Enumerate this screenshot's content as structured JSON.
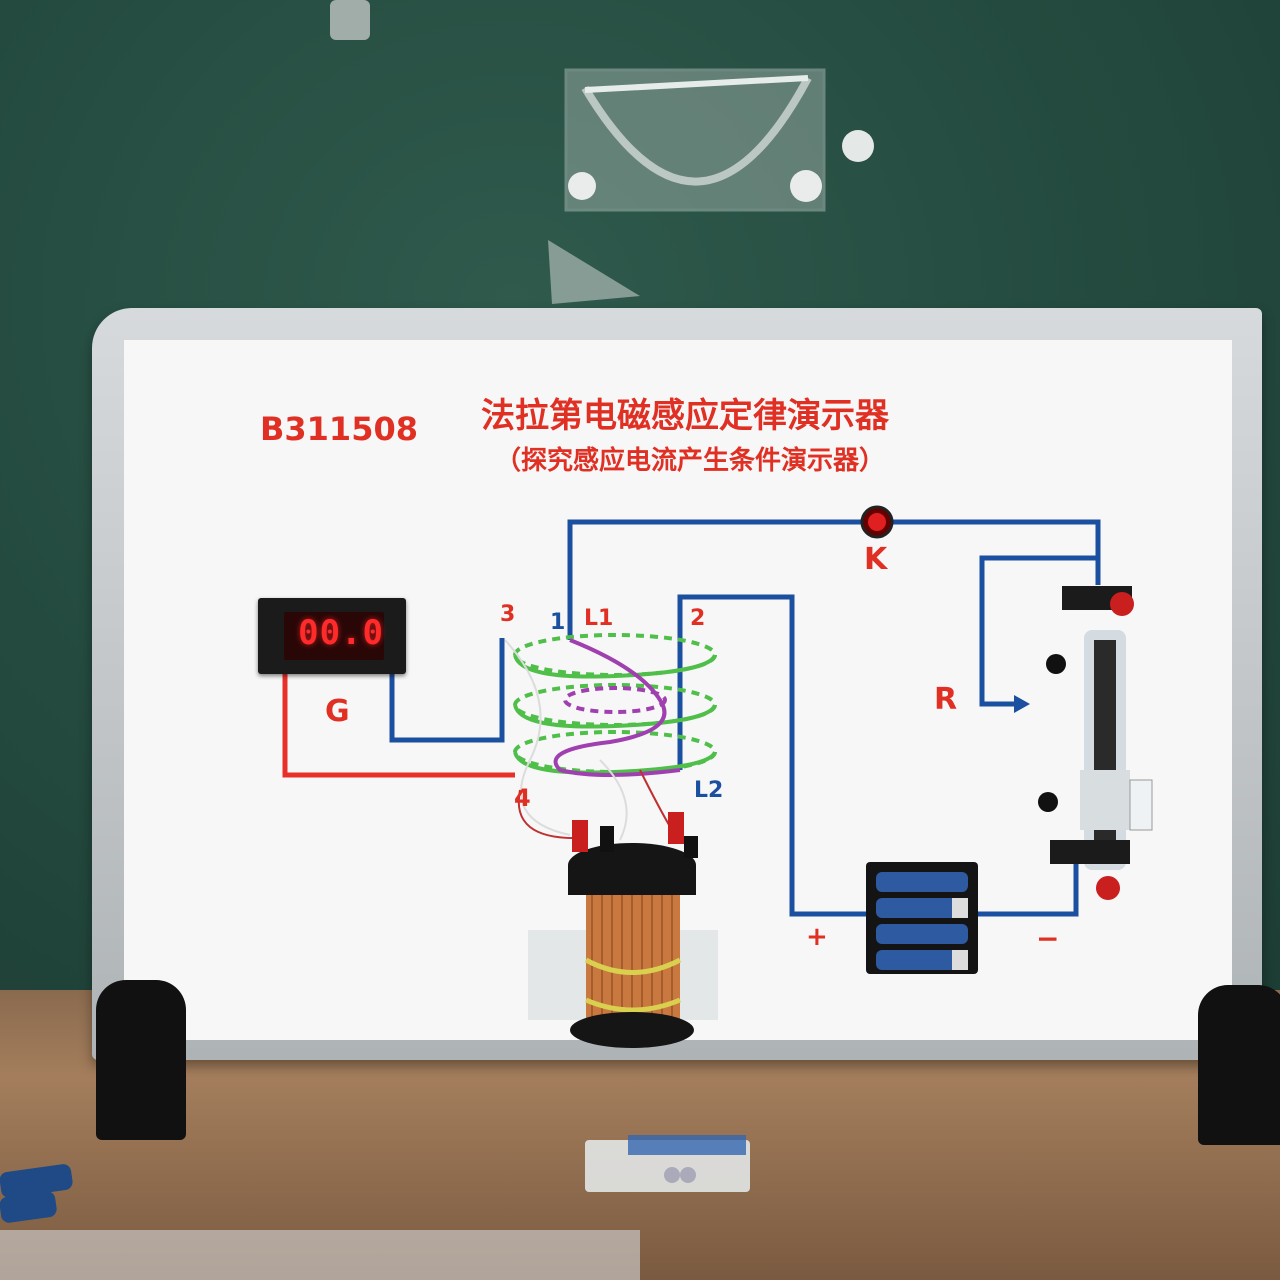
{
  "board": {
    "model": "B311508",
    "title": "法拉第电磁感应定律演示器",
    "subtitle": "（探究感应电流产生条件演示器）"
  },
  "meter": {
    "reading": "00.0",
    "label": "G"
  },
  "terminals": {
    "t1": "1",
    "t2": "2",
    "t3": "3",
    "t4": "4",
    "l1": "L1",
    "l2": "L2"
  },
  "switch": {
    "label": "K"
  },
  "rheostat": {
    "label": "R"
  },
  "battery": {
    "plus": "+",
    "minus": "−"
  },
  "colors": {
    "red_wire": "#e8302a",
    "blue_wire": "#1b4fa0",
    "green_coil": "#4fbf4a",
    "purple_coil": "#a040b0",
    "label_red": "#e03024"
  }
}
